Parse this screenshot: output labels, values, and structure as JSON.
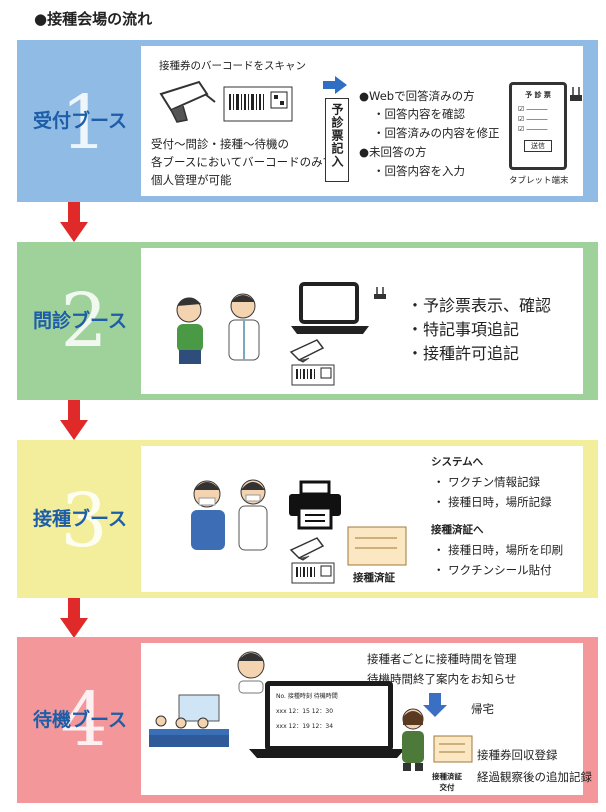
{
  "title": "●接種会場の流れ",
  "colors": {
    "stage1": "#8fbbe4",
    "stage2": "#9fd29a",
    "stage3": "#f2ee9c",
    "stage4": "#f3979b",
    "arrow": "#e02a2a",
    "booth_text": "#1e5ea8"
  },
  "stage1": {
    "number": "1",
    "booth": "受付ブース",
    "scan_title": "接種券のバーコードをスキャン",
    "desc_1": "受付～問診・接種～待機の",
    "desc_2": "各ブースにおいてバーコードのみで",
    "desc_3": "個人管理が可能",
    "vertical_label": "予診票記入",
    "web_done": "●Webで回答済みの方",
    "web_check": "・回答内容を確認",
    "web_edit": "・回答済みの内容を修正",
    "not_done": "●未回答の方",
    "enter": "・回答内容を入力",
    "form_title": "予 診 票",
    "send_button": "送信",
    "tablet_label": "タブレット端末"
  },
  "stage2": {
    "number": "2",
    "booth": "問診ブース",
    "items": [
      "・予診票表示、確認",
      "・特記事項追記",
      "・接種許可追記"
    ]
  },
  "stage3": {
    "number": "3",
    "booth": "接種ブース",
    "system_head": "システムへ",
    "system_items": [
      "・ ワクチン情報記録",
      "・ 接種日時，場所記録"
    ],
    "cert_head": "接種済証へ",
    "cert_items": [
      "・ 接種日時，場所を印刷",
      "・ ワクチンシール貼付"
    ],
    "cert_label": "接種済証"
  },
  "stage4": {
    "number": "4",
    "booth": "待機ブース",
    "manage_1": "接種者ごとに接種時間を管理",
    "manage_2": "待機時間終了案内をお知らせ",
    "screen_head": "No. 接種時刻 待機時間",
    "screen_row_1": "xxx  12：15  12：30",
    "screen_row_2": "xxx  12：19  12：34",
    "go_home": "帰宅",
    "collect": "接種券回収登録",
    "observe": "経過観察後の追加記録",
    "cert_issue_1": "接種済証",
    "cert_issue_2": "交付"
  }
}
